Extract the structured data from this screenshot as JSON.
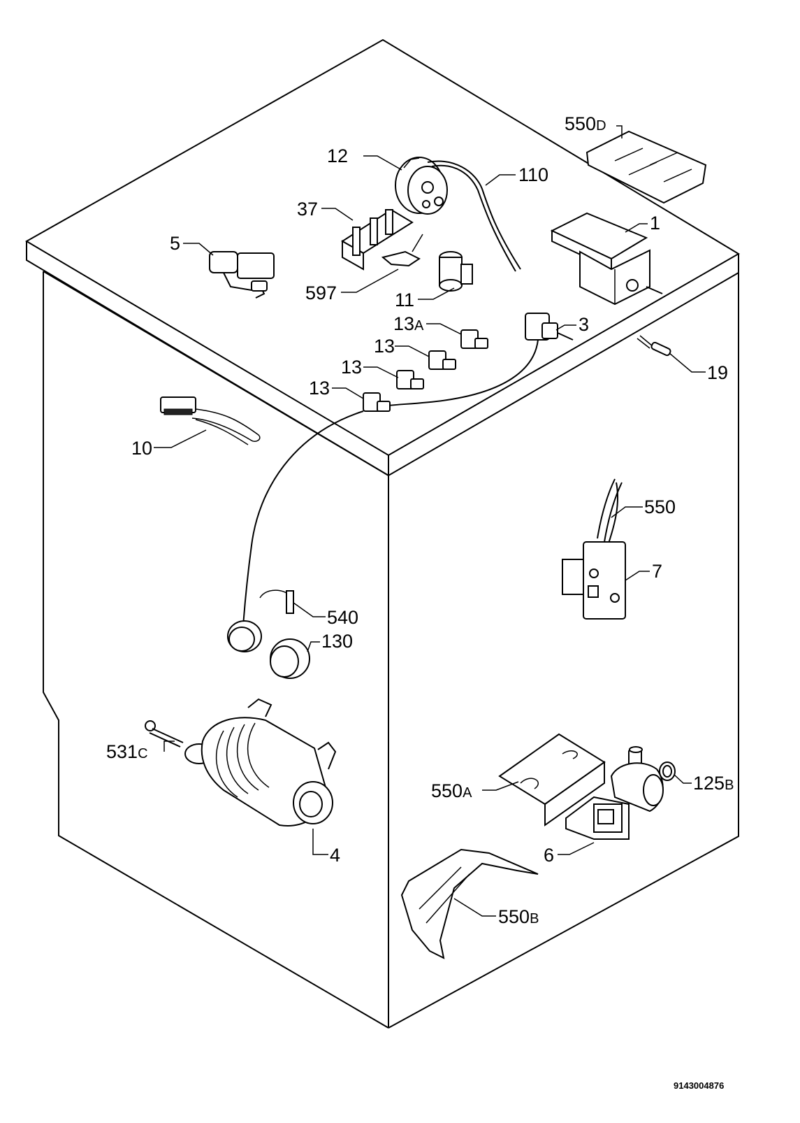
{
  "parts": {
    "p550d": {
      "num": "550",
      "suffix": "D"
    },
    "p12": {
      "num": "12"
    },
    "p110": {
      "num": "110"
    },
    "p37": {
      "num": "37"
    },
    "p1": {
      "num": "1"
    },
    "p5": {
      "num": "5"
    },
    "p597": {
      "num": "597"
    },
    "p11": {
      "num": "11"
    },
    "p13a": {
      "num": "13",
      "suffix": "A"
    },
    "p3": {
      "num": "3"
    },
    "p13_1": {
      "num": "13"
    },
    "p13_2": {
      "num": "13"
    },
    "p13_3": {
      "num": "13"
    },
    "p19": {
      "num": "19"
    },
    "p10": {
      "num": "10"
    },
    "p550": {
      "num": "550"
    },
    "p7": {
      "num": "7"
    },
    "p540": {
      "num": "540"
    },
    "p130": {
      "num": "130"
    },
    "p531c": {
      "num": "531",
      "suffix": "C"
    },
    "p550a": {
      "num": "550",
      "suffix": "A"
    },
    "p125b": {
      "num": "125",
      "suffix": "B"
    },
    "p4": {
      "num": "4"
    },
    "p6": {
      "num": "6"
    },
    "p550b": {
      "num": "550",
      "suffix": "B"
    }
  },
  "document_code": "9143004876"
}
